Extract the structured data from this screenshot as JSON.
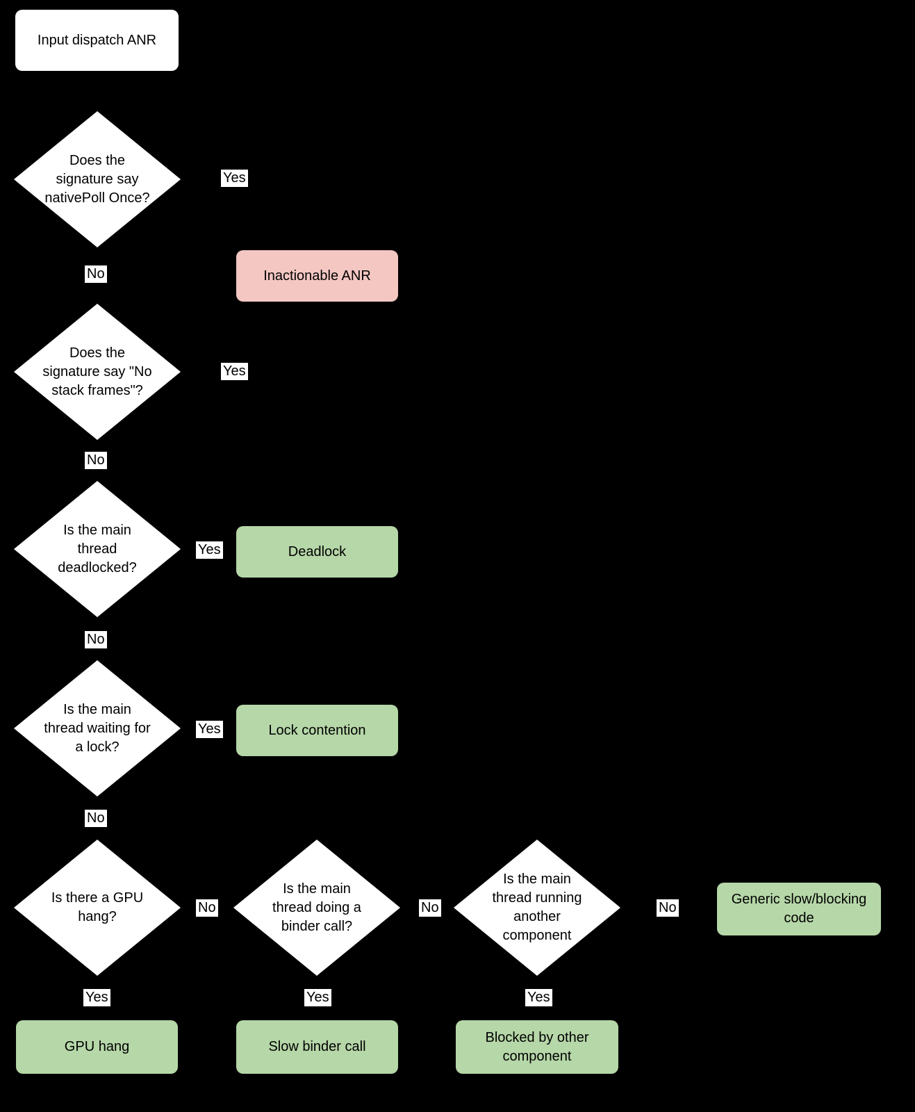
{
  "colors": {
    "background": "#000000",
    "node_fill": "#ffffff",
    "outcome_positive": "#b6d7a8",
    "outcome_negative": "#f4c7c3",
    "text": "#000000"
  },
  "start": {
    "label": "Input dispatch ANR"
  },
  "decisions": {
    "native_poll": "Does the signature say nativePoll Once?",
    "no_stack_frames": "Does the signature say \"No stack frames\"?",
    "deadlocked": "Is the main thread deadlocked?",
    "waiting_lock": "Is the main thread waiting for a lock?",
    "gpu_hang": "Is there a GPU hang?",
    "binder_call": "Is the main thread doing a binder call?",
    "other_component": "Is the main thread running another component"
  },
  "outcomes": {
    "inactionable": "Inactionable ANR",
    "deadlock": "Deadlock",
    "lock_contention": "Lock contention",
    "generic_slow": "Generic slow/blocking code",
    "gpu_hang": "GPU hang",
    "slow_binder": "Slow binder call",
    "blocked_other": "Blocked by other component"
  },
  "edge_labels": {
    "yes": "Yes",
    "no": "No"
  }
}
